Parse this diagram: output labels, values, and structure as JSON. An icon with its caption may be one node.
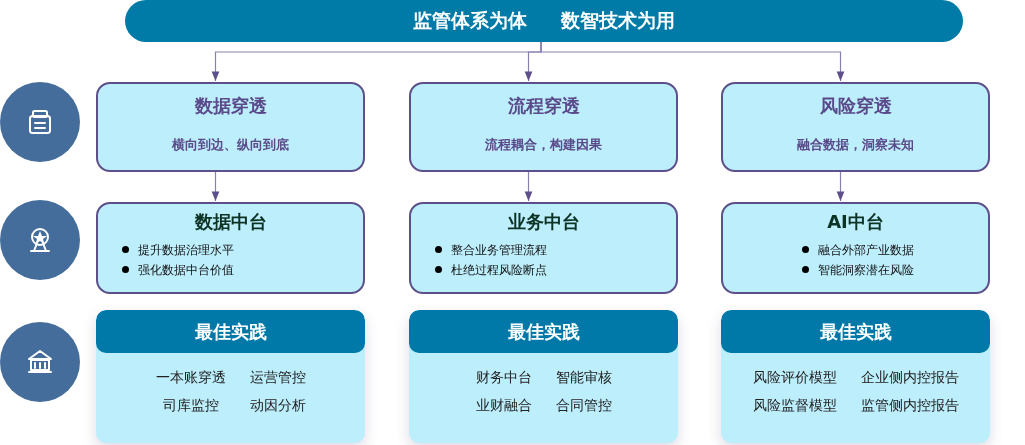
{
  "diagram": {
    "nodes": [
      {
        "text": [
          "监管体系为体",
          "数智技术为用"
        ]
      },
      {
        "text": [
          "数据穿透",
          "横向到边、纵向到底"
        ]
      },
      {
        "text": [
          "流程穿透",
          "流程耦合，构建因果"
        ]
      },
      {
        "text": [
          "风险穿透",
          "融合数据，洞察未知"
        ]
      },
      {
        "text": [
          "数据中台",
          "提升数据治理水平",
          "强化数据中台价值"
        ]
      },
      {
        "text": [
          "业务中台",
          "整合业务管理流程",
          "杜绝过程风险断点"
        ]
      },
      {
        "text": [
          "AI中台",
          "融合外部产业数据",
          "智能洞察潜在风险"
        ]
      },
      {
        "text": [
          "最佳实践",
          "一本账穿透",
          "运营管控",
          "司库监控",
          "动因分析"
        ]
      },
      {
        "text": [
          "最佳实践",
          "财务中台",
          "智能审核",
          "业财融合",
          "合同管控"
        ]
      },
      {
        "text": [
          "最佳实践",
          "风险评价模型",
          "企业侧内控报告",
          "风险监督模型",
          "监管侧内控报告"
        ]
      }
    ],
    "edges": [
      {
        "from": 0,
        "to": 1,
        "arrow": "to"
      },
      {
        "from": 0,
        "to": 2,
        "arrow": "to"
      },
      {
        "from": 0,
        "to": 3,
        "arrow": "to"
      },
      {
        "from": 1,
        "to": 4,
        "arrow": "to"
      },
      {
        "from": 2,
        "to": 5,
        "arrow": "to"
      },
      {
        "from": 3,
        "to": 6,
        "arrow": "to"
      }
    ]
  }
}
